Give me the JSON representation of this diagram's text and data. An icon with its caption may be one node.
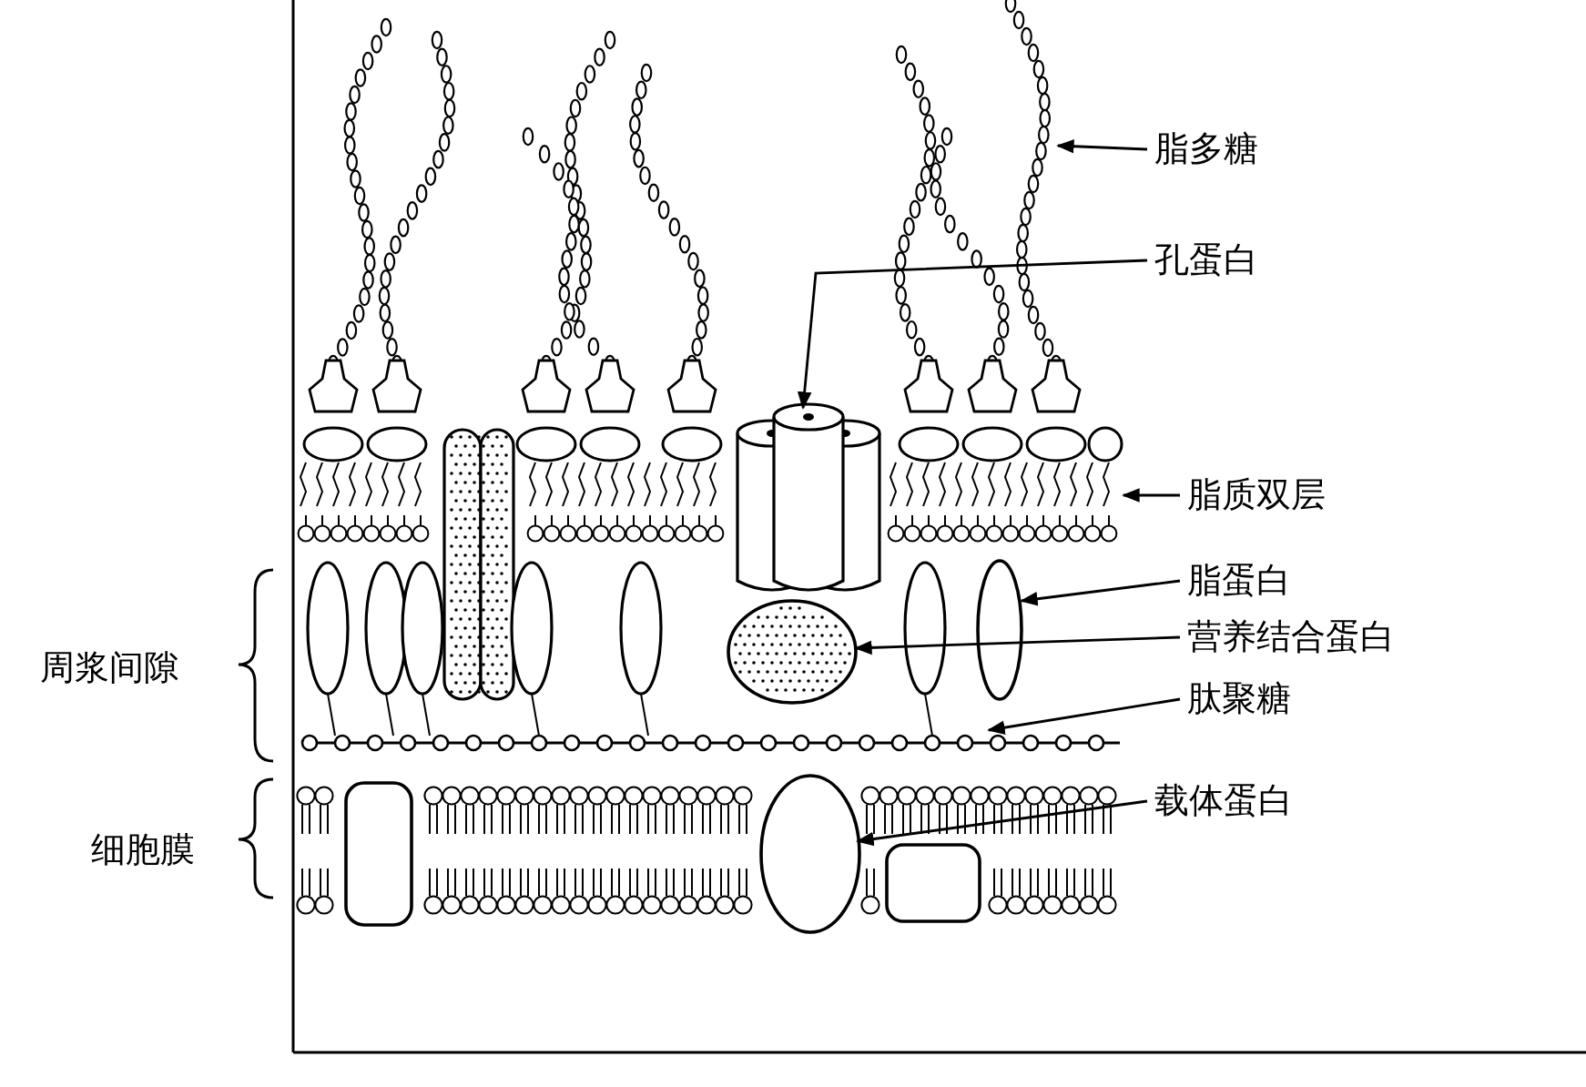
{
  "diagram": {
    "nodes": [
      {
        "text": [
          "脂多糖"
        ]
      },
      {
        "text": [
          "孔蛋白"
        ]
      },
      {
        "text": [
          "脂质双层"
        ]
      },
      {
        "text": [
          "脂蛋白"
        ]
      },
      {
        "text": [
          "营养结合蛋白"
        ]
      },
      {
        "text": [
          "肽聚糖"
        ]
      },
      {
        "text": [
          "载体蛋白"
        ]
      },
      {
        "text": [],
        "shape": "cylinder"
      },
      {
        "text": [],
        "shape": "oval"
      },
      {
        "text": [],
        "shape": "oval"
      },
      {
        "text": [],
        "shape": "oval"
      },
      {
        "text": [],
        "shape": "picture"
      },
      {
        "text": [],
        "shape": "picture"
      },
      {
        "text": [],
        "shape": "picture"
      }
    ],
    "edges": [
      {
        "from": 0,
        "to": 11,
        "arrow": "to"
      },
      {
        "from": 1,
        "to": 7,
        "arrow": "to"
      },
      {
        "from": 2,
        "to": 12,
        "arrow": "to"
      },
      {
        "from": 3,
        "to": 8,
        "arrow": "to"
      },
      {
        "from": 4,
        "to": 9,
        "arrow": "to"
      },
      {
        "from": 5,
        "to": 13,
        "arrow": "to"
      },
      {
        "from": 6,
        "to": 10,
        "arrow": "to"
      }
    ],
    "labels": [
      "周浆间隙",
      "细胞膜"
    ]
  }
}
